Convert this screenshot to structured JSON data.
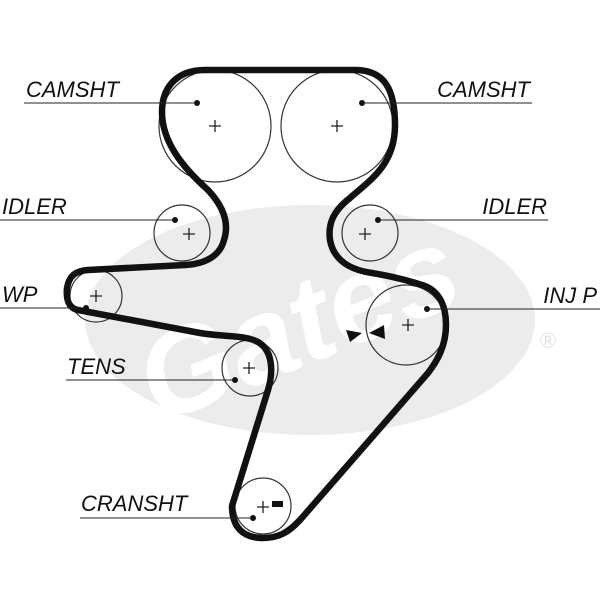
{
  "colors": {
    "belt": "#111111",
    "pulley": "#333333",
    "watermark": "#ececec",
    "watermark_text": "#ffffff"
  },
  "watermark": {
    "brand_text": "Gates",
    "registered_mark": "®"
  },
  "labels": {
    "camshaft_left": "CAMSHT",
    "camshaft_right": "CAMSHT",
    "idler_left": "IDLER",
    "idler_right": "IDLER",
    "water_pump": "WP",
    "injection_pump": "INJ P",
    "tensioner": "TENS",
    "crankshaft": "CRANSHT"
  },
  "timing_marks": {
    "icon": "timing-arrow-icon"
  }
}
